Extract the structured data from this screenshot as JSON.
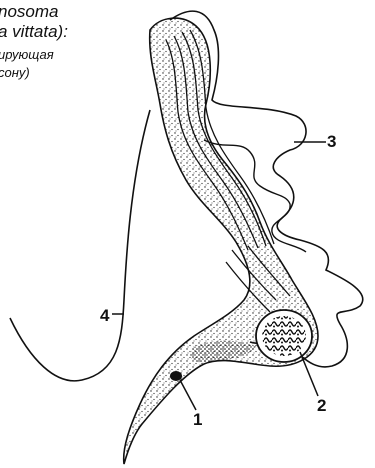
{
  "caption": {
    "line1": "nosoma",
    "line2": "a vittata):",
    "line3": "ирующая",
    "line4": "сону)"
  },
  "labels": {
    "l1": "1",
    "l2": "2",
    "l3": "3",
    "l4": "4"
  },
  "colors": {
    "ink": "#111111",
    "background": "#ffffff"
  }
}
